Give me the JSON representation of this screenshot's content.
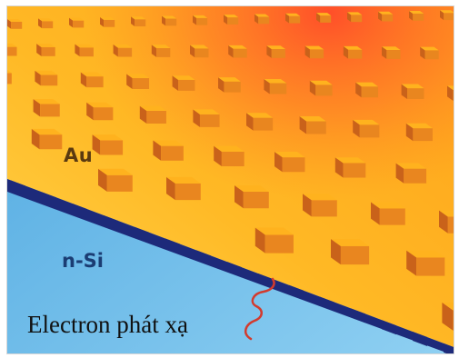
{
  "labels": {
    "gold_layer": "Au",
    "silicon_layer": "n-Si",
    "emitted_electron": "Electron phát xạ"
  },
  "colors": {
    "gold_light": "#ffd24a",
    "gold_mid": "#ffb21e",
    "gold_hot": "#ff5a2a",
    "cube_face": "#e9861f",
    "cube_side": "#c9621a",
    "silicon_blue": "#5fb6e8",
    "edge_dark": "#1d2a7a",
    "electron_wave": "#d23b2e"
  }
}
